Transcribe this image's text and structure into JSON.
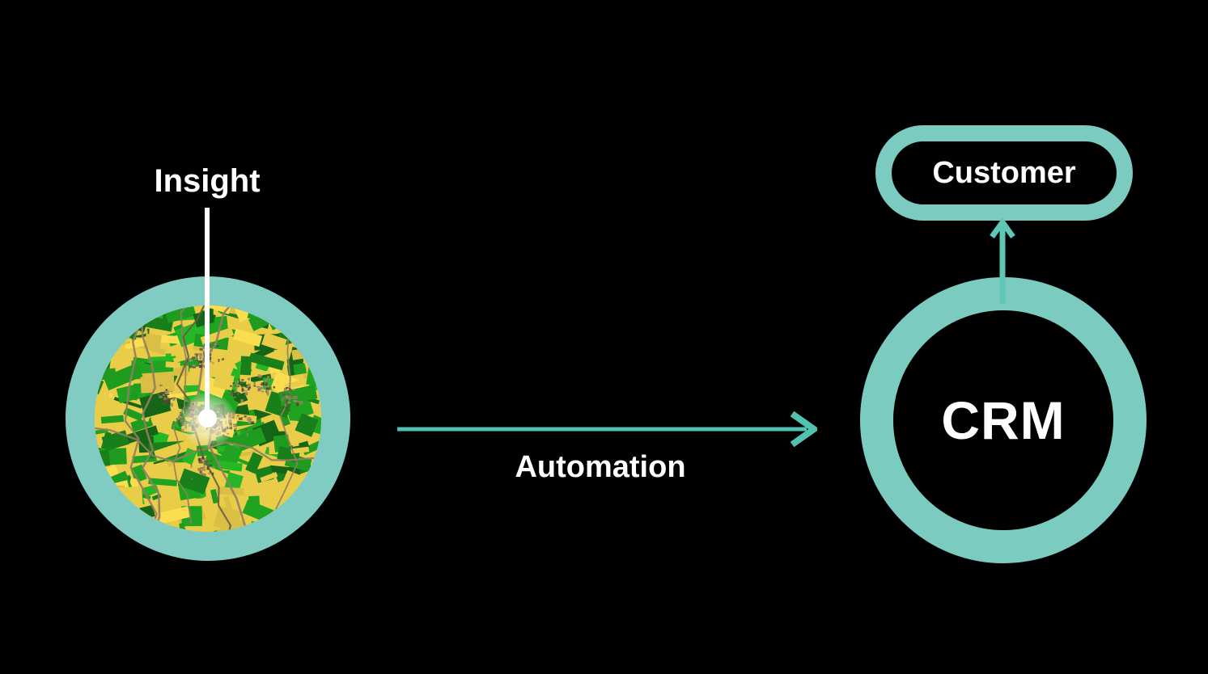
{
  "diagram": {
    "left_node": {
      "label": "Insight",
      "kind": "satellite-field-map-circle"
    },
    "flow": {
      "label": "Automation",
      "direction": "left-to-right"
    },
    "right_node": {
      "label": "CRM",
      "kind": "ring-circle"
    },
    "output_node": {
      "label": "Customer",
      "kind": "rounded-pill"
    }
  },
  "colors": {
    "background": "#000000",
    "text": "#ffffff",
    "line": "#ffffff",
    "ring_left": "#80ccc2",
    "ring_right": "#7ccbc1",
    "arrow_horizontal": "#52c1b0",
    "arrow_up": "#60c6b5",
    "map_yellow": "#e9cd49",
    "map_green": "#1f9b20",
    "map_brown": "#947d5f"
  }
}
